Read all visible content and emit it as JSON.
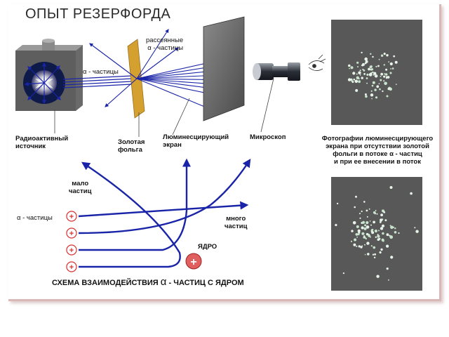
{
  "title": "ОПЫТ РЕЗЕРФОРДА",
  "labels": {
    "source": "Радиоактивный\nисточник",
    "foil": "Золотая\nфольга",
    "screen": "Люминесцирующий\nэкран",
    "microscope": "Микроскоп",
    "alpha_top": "α - частицы",
    "scattered": "рассеянные\nα - частицы",
    "photo_caption": "Фотографии люминесцирующего\nэкрана при отсутствии золотой\nфольги в потоке α - частиц\nи при ее внесении в поток",
    "few_particles": "мало\nчастиц",
    "many_particles": "много\nчастиц",
    "alpha_bottom": "α - частицы",
    "nucleus": "ЯДРО",
    "scheme_caption": "СХЕМА ВЗАИМОДЕЙСТВИЯ",
    "scheme_caption_alpha": "α",
    "scheme_caption_tail": "- ЧАСТИЦ С ЯДРОМ"
  },
  "symbols": {
    "plus": "+"
  },
  "colors": {
    "beam": "#1a24a8",
    "foil": "#d4a030",
    "panel": "#585858",
    "charge": "#d83030"
  }
}
